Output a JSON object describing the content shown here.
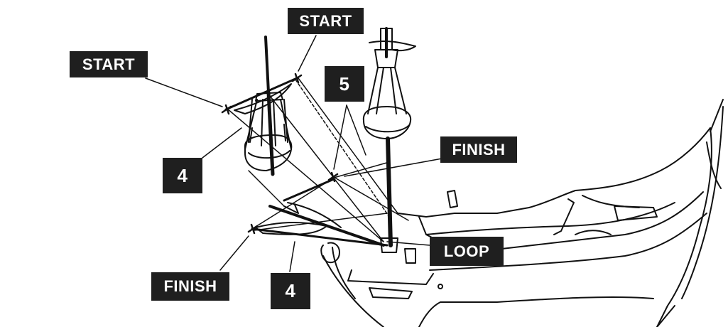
{
  "diagram": {
    "labels": {
      "start_top": "START",
      "start_left": "START",
      "five": "5",
      "finish_right": "FINISH",
      "four_upper": "4",
      "loop": "LOOP",
      "finish_left": "FINISH",
      "four_lower": "4"
    }
  }
}
